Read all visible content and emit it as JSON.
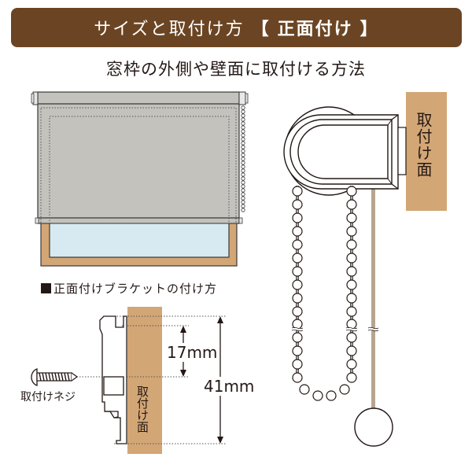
{
  "header": {
    "title_prefix": "サイズと取付け方",
    "title_bracket_open": "【",
    "title_emphasis": "正面付け",
    "title_bracket_close": "】",
    "background_color": "#6B4523"
  },
  "subtitle": "窓枠の外側や壁面に取付ける方法",
  "front_view": {
    "shade_color": "#C4C2BD",
    "glass_color": "#D8EAF1",
    "frame_color": "#D3A675"
  },
  "side_view": {
    "mount_surface_label": "取付け面",
    "mount_surface_color": "#D3A675",
    "cord_color": "#B6A590"
  },
  "bracket_section": {
    "title": "正面付けブラケットの付け方",
    "mount_surface_label": "取付け面",
    "screw_label": "取付けネジ",
    "dimension_small": "17mm",
    "dimension_large": "41mm"
  }
}
